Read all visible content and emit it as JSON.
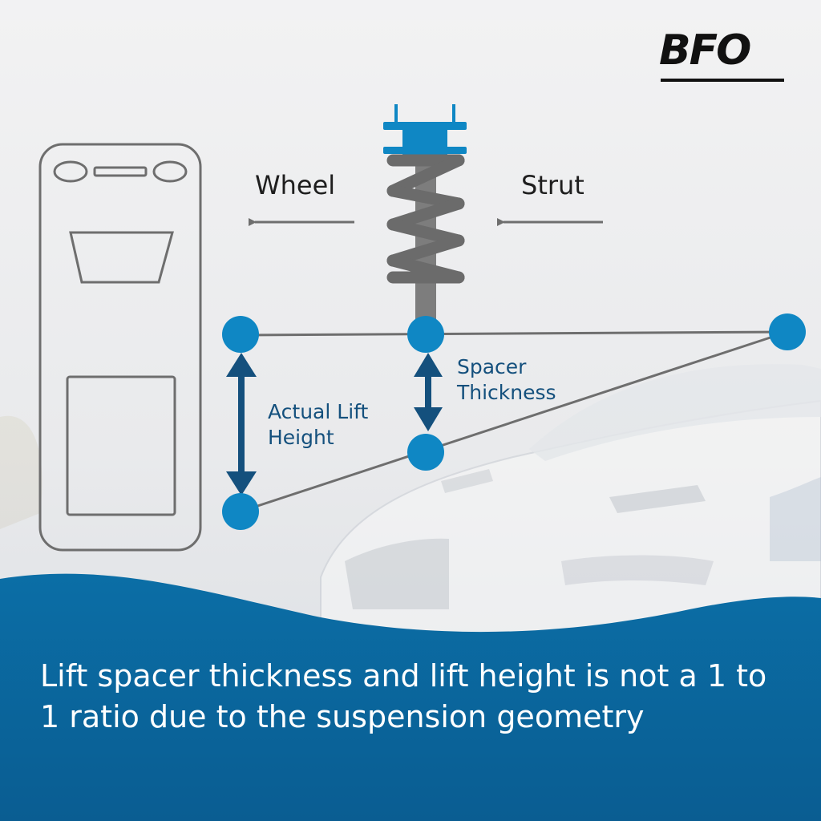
{
  "brand": {
    "logo_text": "BFO",
    "logo_icon": "star-wheel-icon"
  },
  "diagram": {
    "wheel_label": "Wheel",
    "strut_label": "Strut",
    "spacer_label_line1": "Spacer",
    "spacer_label_line2": "Thickness",
    "lift_label_line1": "Actual Lift",
    "lift_label_line2": "Height"
  },
  "caption": "Lift spacer thickness and lift height is not a 1 to 1 ratio due to the suspension geometry",
  "colors": {
    "accent_blue": "#0f87c4",
    "dark_blue": "#14507d",
    "line_gray": "#6e6e6e",
    "spring_gray": "#6b6b6b",
    "wave_blue": "#0a6fa8",
    "caption_text": "#ffffff"
  }
}
